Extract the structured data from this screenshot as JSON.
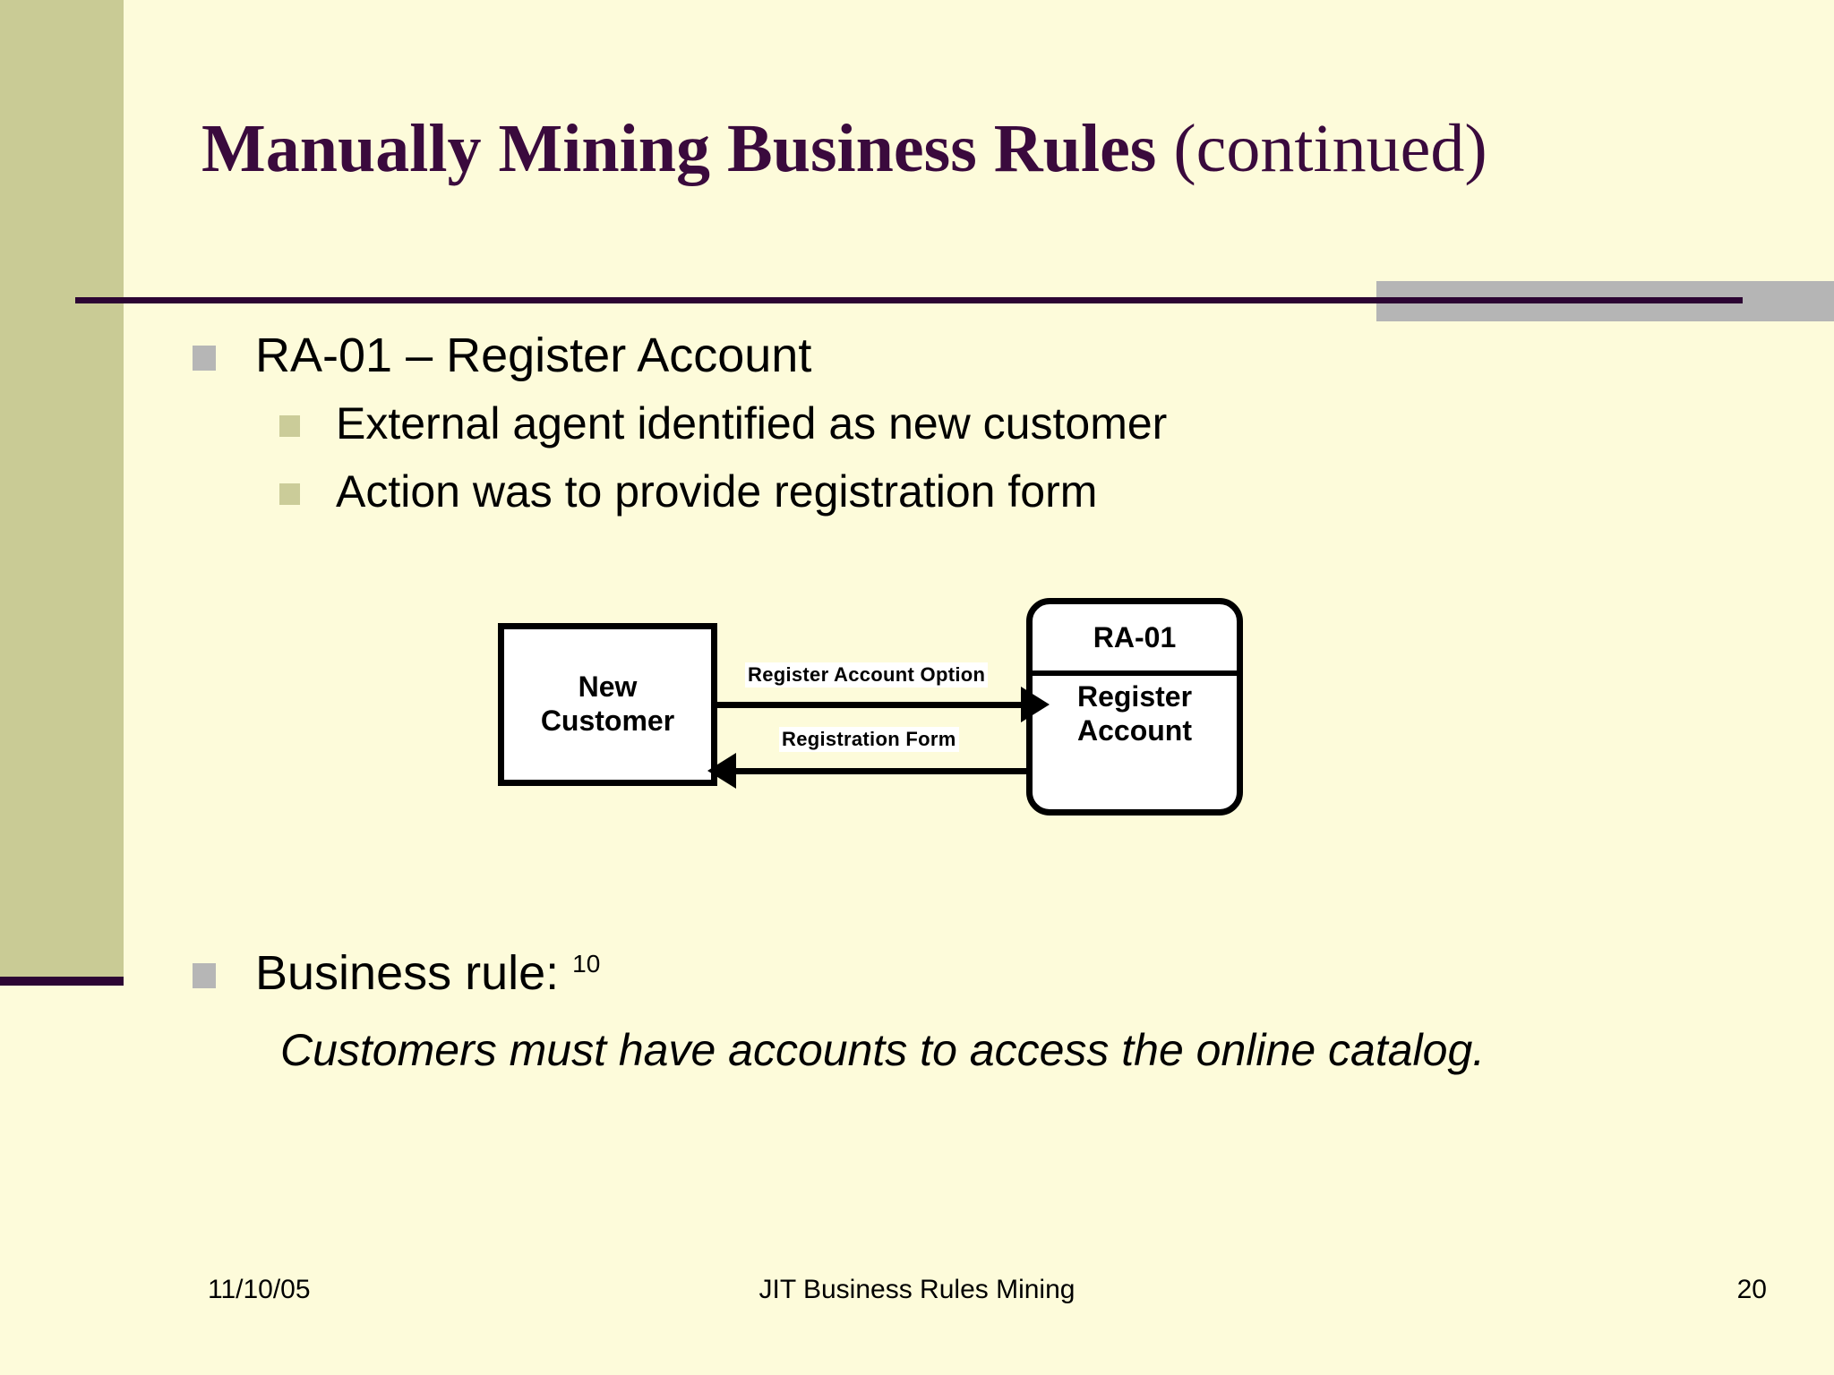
{
  "slide": {
    "background_color": "#fdfbda",
    "accent_olive": "#c9cb95",
    "accent_purple": "#2c0533",
    "accent_gray": "#b5b5b5",
    "title_main": "Manually Mining Business Rules ",
    "title_suffix": "(continued)"
  },
  "bullets": [
    {
      "level": 1,
      "text": "RA-01 – Register Account"
    },
    {
      "level": 2,
      "text": "External agent identified as new customer"
    },
    {
      "level": 2,
      "text": "Action was to provide registration form"
    }
  ],
  "business_rule": {
    "label": "Business rule: ",
    "superscript": "10",
    "sentence": "Customers must have accounts to access the online catalog."
  },
  "diagram": {
    "external_entity": {
      "line1": "New",
      "line2": "Customer"
    },
    "process": {
      "id": "RA-01",
      "name_line1": "Register",
      "name_line2": "Account"
    },
    "flows": [
      {
        "label": "Register Account Option",
        "direction": "entity-to-process"
      },
      {
        "label": "Registration Form",
        "direction": "process-to-entity"
      }
    ]
  },
  "footer": {
    "date": "11/10/05",
    "center": "JIT Business Rules Mining",
    "page": "20"
  }
}
